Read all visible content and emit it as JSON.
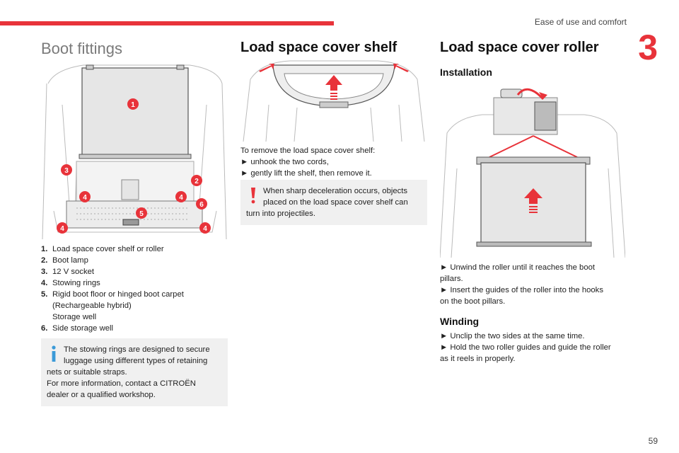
{
  "header": {
    "section_title": "Ease of use and comfort",
    "chapter_number": "3"
  },
  "colors": {
    "accent": "#e8333a",
    "note_bg": "#f0f0f0"
  },
  "col1": {
    "title": "Boot fittings",
    "callouts": [
      "1",
      "2",
      "3",
      "4",
      "4",
      "4",
      "4",
      "5",
      "6"
    ],
    "legend": [
      {
        "num": "1.",
        "lines": [
          "Load space cover shelf or roller"
        ]
      },
      {
        "num": "2.",
        "lines": [
          "Boot lamp"
        ]
      },
      {
        "num": "3.",
        "lines": [
          "12 V socket"
        ]
      },
      {
        "num": "4.",
        "lines": [
          "Stowing rings"
        ]
      },
      {
        "num": "5.",
        "lines": [
          "Rigid boot floor or hinged boot carpet",
          "(Rechargeable hybrid)",
          "Storage well"
        ]
      },
      {
        "num": "6.",
        "lines": [
          "Side storage well"
        ]
      }
    ],
    "note": {
      "icon": "info-icon",
      "lines": [
        "The stowing rings are designed to secure",
        "luggage using different types of retaining",
        "nets or suitable straps.",
        "For more information, contact a CITROËN",
        "dealer or a qualified workshop."
      ]
    }
  },
  "col2": {
    "title": "Load space cover shelf",
    "intro": "To remove the load space cover shelf:",
    "steps": [
      "► unhook the two cords,",
      "► gently lift the shelf, then remove it."
    ],
    "warning": {
      "icon": "warning-icon",
      "lines": [
        "When sharp deceleration occurs, objects",
        "placed on the load space cover shelf can",
        "turn into projectiles."
      ]
    }
  },
  "col3": {
    "title": "Load space cover roller",
    "installation_heading": "Installation",
    "installation_steps": [
      "► Unwind the roller until it reaches the boot",
      "pillars.",
      "► Insert the guides of the roller into the hooks",
      "on the boot pillars."
    ],
    "winding_heading": "Winding",
    "winding_steps": [
      "► Unclip the two sides at the same time.",
      "► Hold the two roller guides and guide the roller",
      "as it reels in properly."
    ]
  },
  "footer": {
    "page_number": "59"
  }
}
